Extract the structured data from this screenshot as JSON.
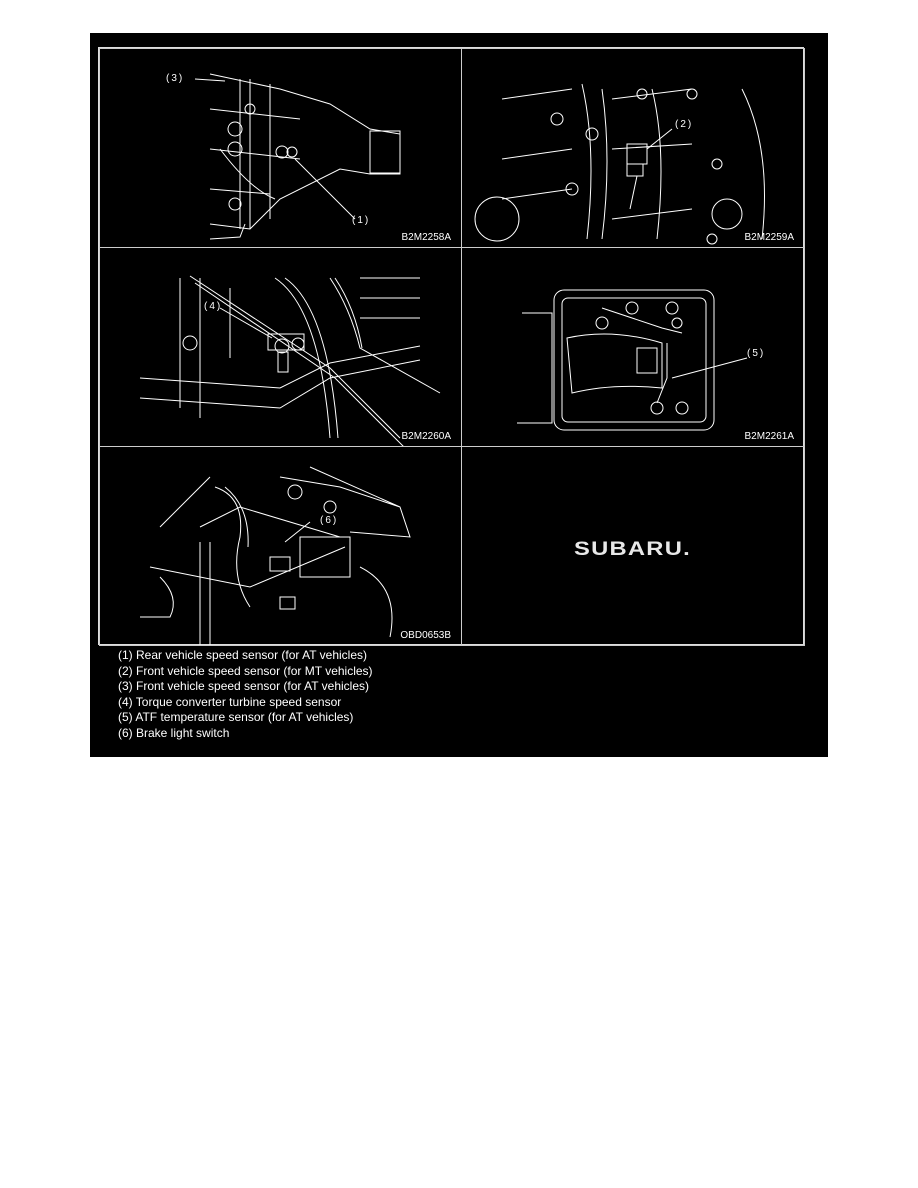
{
  "figures": [
    {
      "code": "B2M2258A",
      "callouts": [
        "(3)",
        "(1)"
      ]
    },
    {
      "code": "B2M2259A",
      "callouts": [
        "(2)"
      ]
    },
    {
      "code": "B2M2260A",
      "callouts": [
        "(4)"
      ]
    },
    {
      "code": "B2M2261A",
      "callouts": [
        "(5)"
      ]
    },
    {
      "code": "OBD0653B",
      "callouts": [
        "(6)"
      ]
    },
    {
      "logo": "SUBARU."
    }
  ],
  "legend": [
    "(1) Rear vehicle speed sensor (for AT vehicles)",
    "(2) Front vehicle speed sensor (for MT vehicles)",
    "(3) Front vehicle speed sensor (for AT vehicles)",
    "(4) Torque converter turbine speed sensor",
    "(5) ATF temperature sensor (for AT vehicles)",
    "(6) Brake light switch"
  ]
}
